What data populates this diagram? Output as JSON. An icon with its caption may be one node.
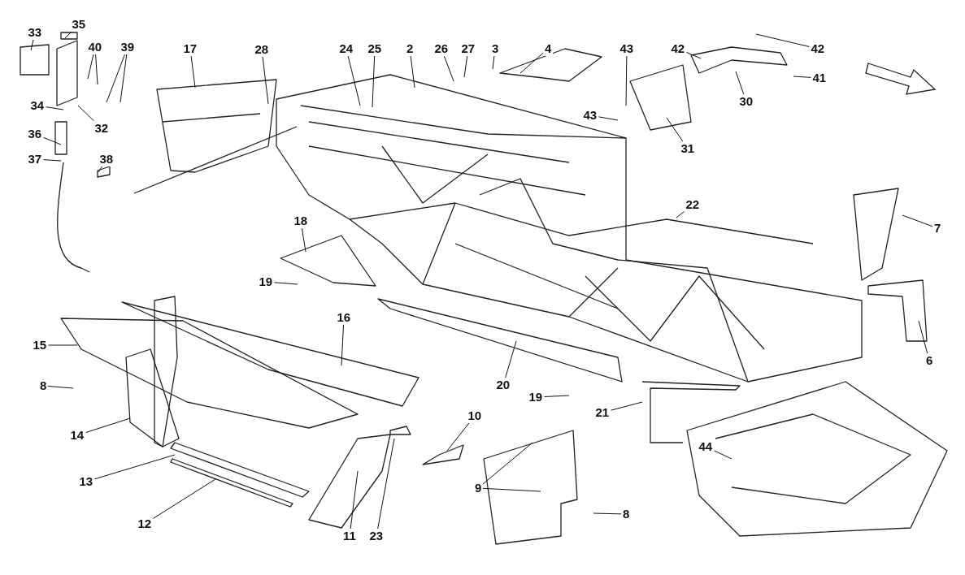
{
  "diagram": {
    "nodes": [
      {
        "text": [
          "35"
        ]
      },
      {
        "text": [
          "33"
        ]
      },
      {
        "text": [
          "40"
        ]
      },
      {
        "text": [
          "39"
        ]
      },
      {
        "text": [
          "17"
        ]
      },
      {
        "text": [
          "28"
        ]
      },
      {
        "text": [
          "24"
        ]
      },
      {
        "text": [
          "25"
        ]
      },
      {
        "text": [
          "2"
        ]
      },
      {
        "text": [
          "26"
        ]
      },
      {
        "text": [
          "27"
        ]
      },
      {
        "text": [
          "3"
        ]
      },
      {
        "text": [
          "4"
        ]
      },
      {
        "text": [
          "43"
        ]
      },
      {
        "text": [
          "42"
        ]
      },
      {
        "text": [
          "42"
        ]
      },
      {
        "text": [
          "41"
        ]
      },
      {
        "text": [
          "30"
        ]
      },
      {
        "text": [
          "34"
        ]
      },
      {
        "text": [
          "43"
        ]
      },
      {
        "text": [
          "32"
        ]
      },
      {
        "text": [
          "36"
        ]
      },
      {
        "text": [
          "31"
        ]
      },
      {
        "text": [
          "37"
        ]
      },
      {
        "text": [
          "38"
        ]
      },
      {
        "text": [
          "22"
        ]
      },
      {
        "text": [
          "18"
        ]
      },
      {
        "text": [
          "7"
        ]
      },
      {
        "text": [
          "19"
        ]
      },
      {
        "text": [
          "16"
        ]
      },
      {
        "text": [
          "15"
        ]
      },
      {
        "text": [
          "6"
        ]
      },
      {
        "text": [
          "20"
        ]
      },
      {
        "text": [
          "8"
        ]
      },
      {
        "text": [
          "19"
        ]
      },
      {
        "text": [
          "21"
        ]
      },
      {
        "text": [
          "10"
        ]
      },
      {
        "text": [
          "14"
        ]
      },
      {
        "text": [
          "44"
        ]
      },
      {
        "text": [
          "13"
        ]
      },
      {
        "text": [
          "9"
        ]
      },
      {
        "text": [
          "8"
        ]
      },
      {
        "text": [
          "12"
        ]
      },
      {
        "text": [
          "11"
        ]
      },
      {
        "text": [
          "23"
        ]
      }
    ],
    "edges": [
      {
        "from": 0,
        "to": null,
        "arrow": "none"
      },
      {
        "from": 1,
        "to": null,
        "arrow": "none"
      },
      {
        "from": 2,
        "to": null,
        "arrow": "none"
      },
      {
        "from": 2,
        "to": null,
        "arrow": "none"
      },
      {
        "from": 3,
        "to": null,
        "arrow": "none"
      },
      {
        "from": 3,
        "to": null,
        "arrow": "none"
      },
      {
        "from": 4,
        "to": null,
        "arrow": "none"
      },
      {
        "from": 5,
        "to": null,
        "arrow": "none"
      },
      {
        "from": 6,
        "to": null,
        "arrow": "none"
      },
      {
        "from": 7,
        "to": null,
        "arrow": "none"
      },
      {
        "from": 8,
        "to": null,
        "arrow": "none"
      },
      {
        "from": 9,
        "to": null,
        "arrow": "none"
      },
      {
        "from": 10,
        "to": null,
        "arrow": "none"
      },
      {
        "from": 11,
        "to": null,
        "arrow": "none"
      },
      {
        "from": 12,
        "to": null,
        "arrow": "none"
      },
      {
        "from": 13,
        "to": null,
        "arrow": "none"
      },
      {
        "from": 14,
        "to": null,
        "arrow": "none"
      },
      {
        "from": 15,
        "to": null,
        "arrow": "none"
      },
      {
        "from": 16,
        "to": null,
        "arrow": "none"
      },
      {
        "from": 17,
        "to": null,
        "arrow": "none"
      },
      {
        "from": 18,
        "to": null,
        "arrow": "none"
      },
      {
        "from": 19,
        "to": null,
        "arrow": "none"
      },
      {
        "from": 20,
        "to": null,
        "arrow": "none"
      },
      {
        "from": 21,
        "to": null,
        "arrow": "none"
      },
      {
        "from": 22,
        "to": null,
        "arrow": "none"
      },
      {
        "from": 23,
        "to": null,
        "arrow": "none"
      },
      {
        "from": 24,
        "to": null,
        "arrow": "none"
      },
      {
        "from": 25,
        "to": null,
        "arrow": "none"
      },
      {
        "from": 26,
        "to": null,
        "arrow": "none"
      },
      {
        "from": 27,
        "to": null,
        "arrow": "none"
      },
      {
        "from": 28,
        "to": null,
        "arrow": "none"
      },
      {
        "from": 29,
        "to": null,
        "arrow": "none"
      },
      {
        "from": 30,
        "to": null,
        "arrow": "none"
      },
      {
        "from": 31,
        "to": null,
        "arrow": "none"
      },
      {
        "from": 32,
        "to": null,
        "arrow": "none"
      },
      {
        "from": 33,
        "to": null,
        "arrow": "none"
      },
      {
        "from": 34,
        "to": null,
        "arrow": "none"
      },
      {
        "from": 35,
        "to": null,
        "arrow": "none"
      },
      {
        "from": 36,
        "to": null,
        "arrow": "none"
      },
      {
        "from": 37,
        "to": null,
        "arrow": "none"
      },
      {
        "from": 38,
        "to": null,
        "arrow": "none"
      },
      {
        "from": 39,
        "to": null,
        "arrow": "none"
      },
      {
        "from": 40,
        "to": null,
        "arrow": "none"
      },
      {
        "from": 40,
        "to": null,
        "arrow": "none"
      },
      {
        "from": 41,
        "to": null,
        "arrow": "none"
      },
      {
        "from": 42,
        "to": null,
        "arrow": "none"
      },
      {
        "from": 43,
        "to": null,
        "arrow": "none"
      },
      {
        "from": 44,
        "to": null,
        "arrow": "none"
      }
    ]
  }
}
